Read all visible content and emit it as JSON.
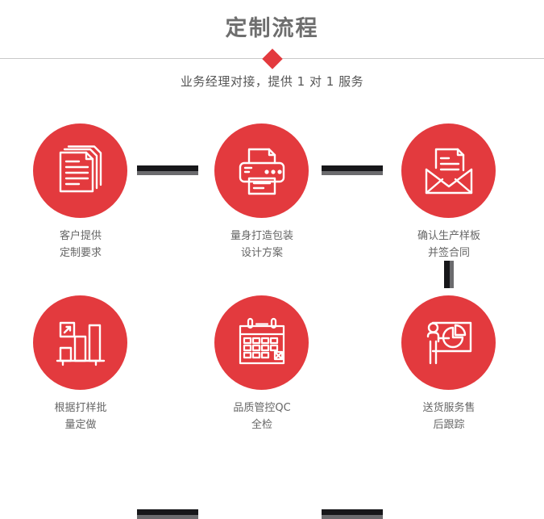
{
  "header": {
    "title": "定制流程",
    "subtitle": "业务经理对接，提供 1 对 1 服务",
    "divider_icon": "diamond-marker"
  },
  "theme": {
    "accent_red": "#E33A3E",
    "title_gray": "#6E6E6E",
    "label_gray": "#666666",
    "connector_dark": "#17171A",
    "connector_shadow": "#6B6B6E",
    "divider_gray": "#C9C9C9",
    "background": "#FFFFFF"
  },
  "flow": {
    "rows": [
      {
        "steps": [
          {
            "index": 1,
            "icon": "documents-stack-icon",
            "label_line1": "客户提供",
            "label_line2": "定制要求"
          },
          {
            "index": 2,
            "icon": "printer-icon",
            "label_line1": "量身打造包装",
            "label_line2": "设计方案"
          },
          {
            "index": 3,
            "icon": "envelope-document-icon",
            "label_line1": "确认生产样板",
            "label_line2": "并签合同"
          }
        ]
      },
      {
        "steps": [
          {
            "index": 4,
            "icon": "bar-chart-growth-icon",
            "label_line1": "根据打样批",
            "label_line2": "量定做"
          },
          {
            "index": 5,
            "icon": "calendar-icon",
            "label_line1": "品质管控QC",
            "label_line2": "全检"
          },
          {
            "index": 6,
            "icon": "presenter-pie-chart-icon",
            "label_line1": "送货服务售",
            "label_line2": "后跟踪"
          }
        ]
      }
    ],
    "connectors": {
      "horizontal_icon": "arrow-bar-horizontal",
      "vertical_icon": "arrow-bar-vertical"
    }
  }
}
